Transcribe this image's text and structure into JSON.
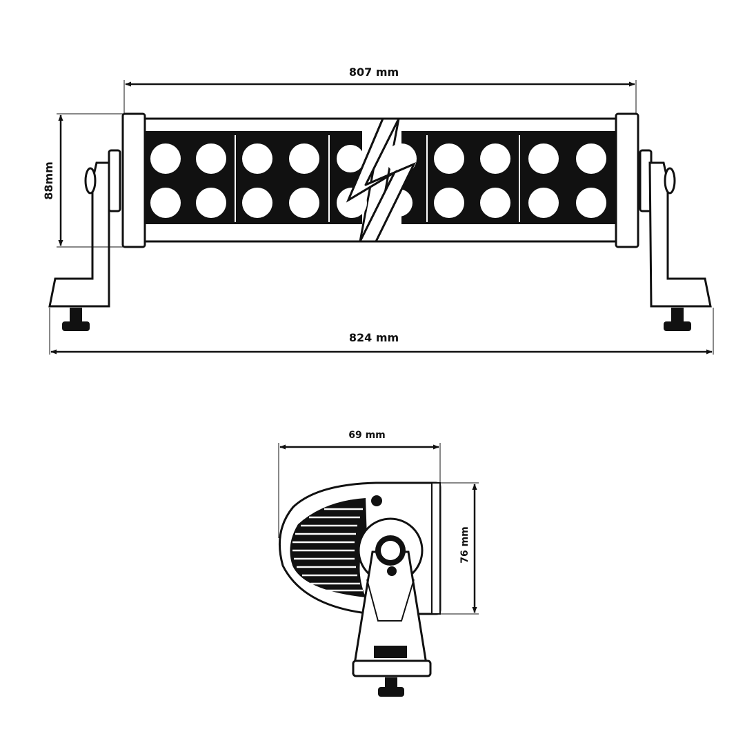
{
  "dimensions": {
    "total_width": "824 mm",
    "body_width": "807 mm",
    "front_height": "88mm",
    "side_depth": "69 mm",
    "side_height": "76 mm"
  },
  "colors": {
    "line": "#111111",
    "fill": "#ffffff"
  }
}
